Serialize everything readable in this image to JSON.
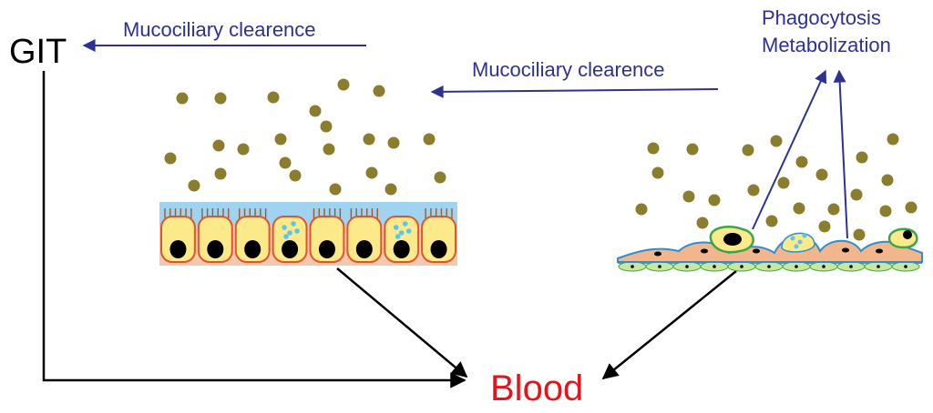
{
  "labels": {
    "git": "GIT",
    "blood": "Blood",
    "mucociliary_top": "Mucociliary clearence",
    "mucociliary_mid": "Mucociliary clearence",
    "phagocytosis": "Phagocytosis",
    "metabolization": "Metabolization"
  },
  "colors": {
    "git_text": "#000000",
    "blood_text": "#e8141b",
    "annotation_text": "#2e3192",
    "arrow_blue": "#2e3192",
    "arrow_black": "#000000",
    "particle": "#8a7d2e",
    "cell_body": "#fbe98a",
    "cell_border": "#e2552a",
    "nucleus": "#000000",
    "mucus_layer": "#9fd3ef",
    "macrophage_border": "#3aa54a"
  },
  "icons": {
    "left_panel": "ciliated-epithelium",
    "right_panel": "alveolar-epithelium-with-macrophages",
    "particles": "particle-dot"
  }
}
